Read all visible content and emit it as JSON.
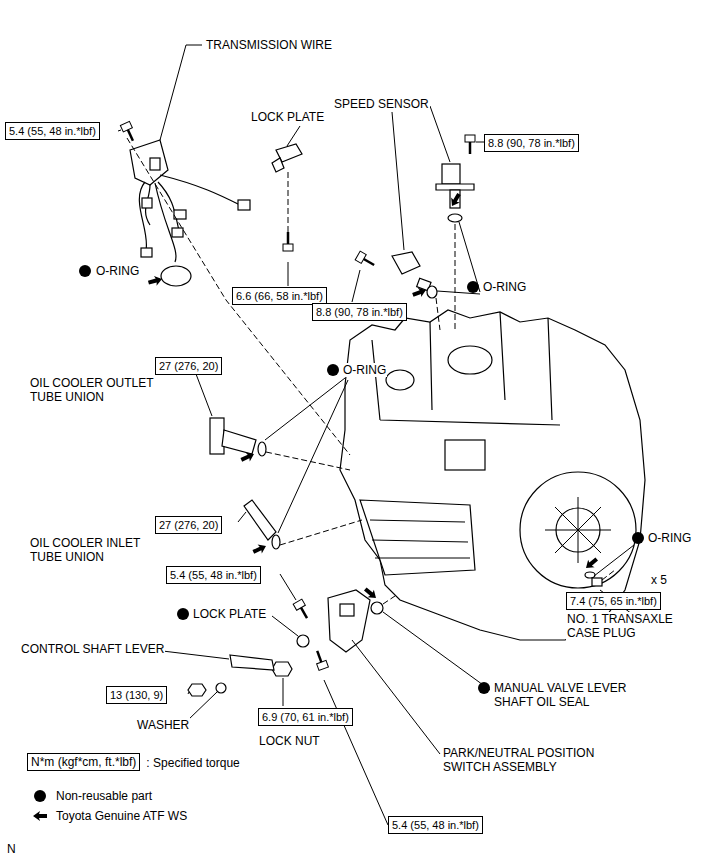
{
  "diagram": {
    "nodes": [
      {
        "text": [
          "5.4 (55, 48 in.*lbf)"
        ]
      },
      {
        "text": [
          "8.8 (90, 78 in.*lbf)"
        ]
      },
      {
        "text": [
          "6.6 (66, 58 in.*lbf)"
        ]
      },
      {
        "text": [
          "8.8 (90, 78 in.*lbf)"
        ]
      },
      {
        "text": [
          "27 (276, 20)"
        ]
      },
      {
        "text": [
          "27 (276, 20)"
        ]
      },
      {
        "text": [
          "5.4 (55, 48 in.*lbf)"
        ]
      },
      {
        "text": [
          "7.4 (75, 65 in.*lbf)"
        ]
      },
      {
        "text": [
          "13 (130, 9)"
        ]
      },
      {
        "text": [
          "6.9 (70, 61 in.*lbf)"
        ]
      },
      {
        "text": [
          "N*m (kgf*cm, ft.*lbf)"
        ]
      },
      {
        "text": [
          "5.4 (55, 48 in.*lbf)"
        ]
      }
    ],
    "labels": [
      "TRANSMISSION WIRE",
      "SPEED SENSOR",
      "LOCK PLATE",
      "O-RING",
      "O-RING",
      "OIL COOLER OUTLET TUBE UNION",
      "O-RING",
      "OIL COOLER INLET TUBE UNION",
      "O-RING",
      "x 5",
      "NO. 1 TRANSAXLE CASE PLUG",
      "LOCK PLATE",
      "CONTROL SHAFT LEVER",
      "MANUAL VALVE LEVER SHAFT OIL SEAL",
      "WASHER",
      "LOCK NUT",
      "PARK/NEUTRAL POSITION SWITCH ASSEMBLY",
      "N"
    ],
    "legend": [
      {
        "text": ": Specified torque"
      },
      {
        "text": "Non-reusable part"
      },
      {
        "text": "Toyota Genuine ATF WS"
      }
    ]
  }
}
